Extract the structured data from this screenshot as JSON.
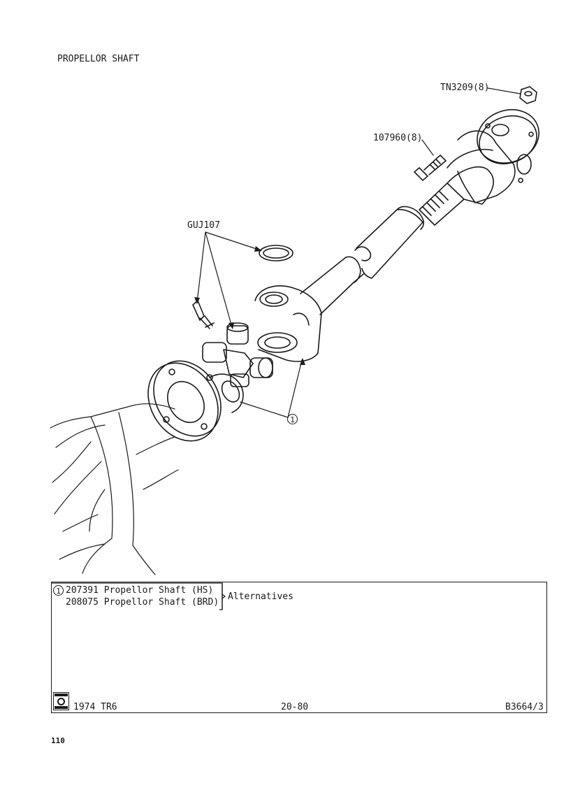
{
  "page": {
    "title": "PROPELLOR SHAFT",
    "page_number": "110"
  },
  "callouts": {
    "nut": "TN3209(8)",
    "bolt": "107960(8)",
    "kit": "GUJ107",
    "item_marker": "1"
  },
  "parts_list": {
    "marker": "1",
    "rows": [
      {
        "text": "207391 Propellor Shaft (HS)"
      },
      {
        "text": "208075 Propellor Shaft (BRD)"
      }
    ],
    "note": "Alternatives"
  },
  "footer": {
    "model": "1974 TR6",
    "code": "20-80",
    "ref": "B3664/3"
  }
}
